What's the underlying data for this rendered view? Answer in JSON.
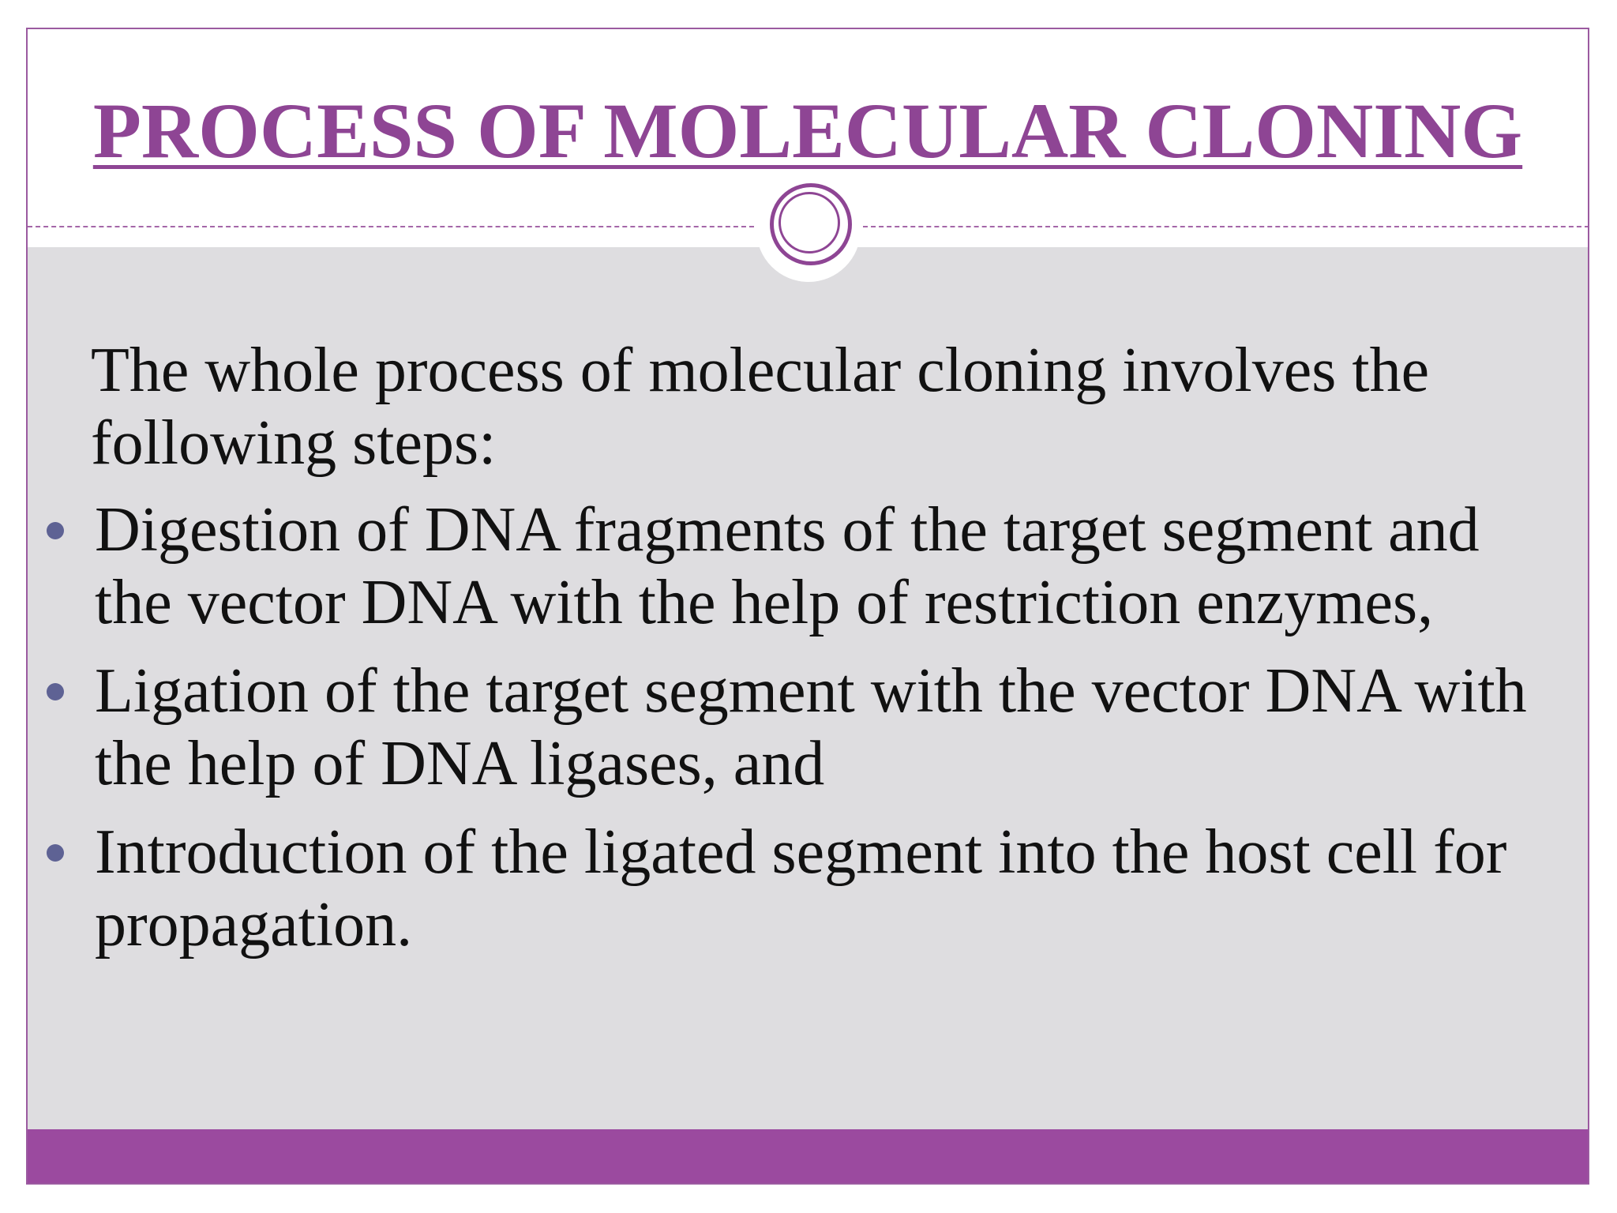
{
  "slide": {
    "title": "PROCESS OF MOLECULAR CLONING",
    "intro": "The whole process of molecular cloning involves the following steps:",
    "bullets": [
      "Digestion of DNA fragments of the target segment and the vector DNA with the help of restriction enzymes,",
      "Ligation of the target segment with the vector DNA with the help of DNA ligases, and",
      "Introduction of the ligated segment into the host cell for propagation."
    ]
  },
  "colors": {
    "accent": "#8e4594",
    "footer": "#9b4a9f",
    "content_bg": "#dedde0",
    "bullet": "#5e6294",
    "text": "#111111"
  },
  "icons": {
    "divider": "circle-ornament-icon",
    "bullet": "bullet-dot-icon"
  }
}
